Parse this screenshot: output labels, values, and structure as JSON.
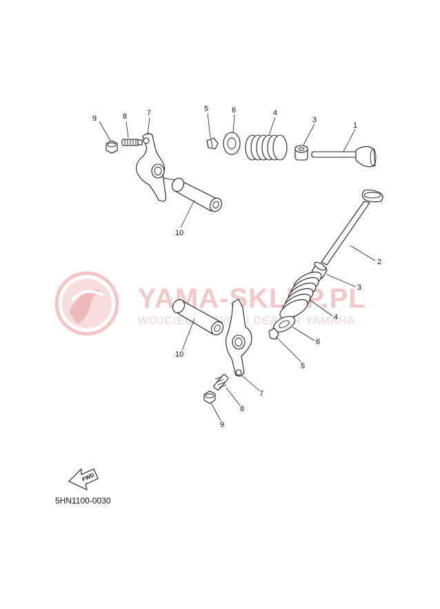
{
  "watermark": {
    "title": "YAMA-SKLEP.PL",
    "subtitle": "WOJCIECHOWICZ | DEALER YAMAHA"
  },
  "diagram_code": "5HN1100-0030",
  "fwd_label": "FWD",
  "callouts": {
    "top": [
      "9",
      "8",
      "7",
      "5",
      "6",
      "4",
      "3",
      "1",
      "10"
    ],
    "bottom": [
      "2",
      "3",
      "4",
      "6",
      "5",
      "10",
      "7",
      "8",
      "9"
    ]
  }
}
